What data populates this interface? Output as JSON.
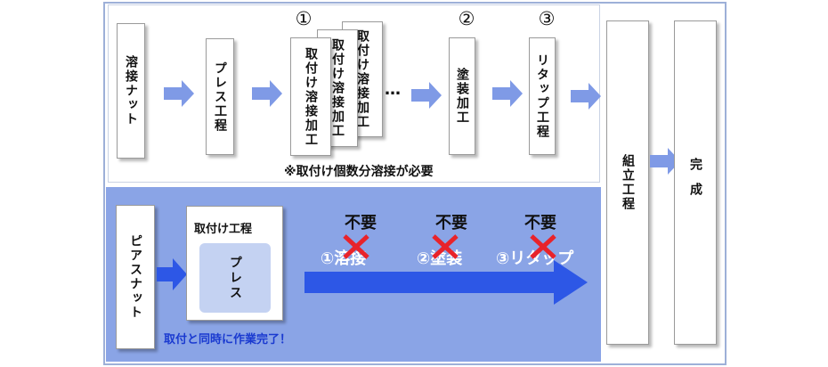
{
  "upper": {
    "weld_nut": "溶接ナット",
    "press_step": "プレス工程",
    "step1_num": "①",
    "step1_cards": [
      "取付け溶接加工",
      "取付け溶接加工",
      "取付け溶接加工"
    ],
    "ellipsis": "…",
    "step2_num": "②",
    "step2_label": "塗装加工",
    "step3_num": "③",
    "step3_label": "リタップ工程",
    "note": "※取付け個数分溶接が必要"
  },
  "right": {
    "assembly": "組立工程",
    "complete": "完成"
  },
  "lower": {
    "pierce_nut": "ピアスナット",
    "attach_step_title": "取付け工程",
    "press_inner": "プレス",
    "unneeded": [
      "不要",
      "不要",
      "不要"
    ],
    "skipped": [
      "①溶接",
      "②塗装",
      "③リタップ"
    ],
    "caption": "取付と同時に作業完了！"
  },
  "colors": {
    "arrow": "#7f9ae6",
    "big_arrow": "#2d57e6",
    "lower_bg": "#8aa4e6",
    "cross": "#e8232b",
    "caption": "#1a3ad0"
  }
}
